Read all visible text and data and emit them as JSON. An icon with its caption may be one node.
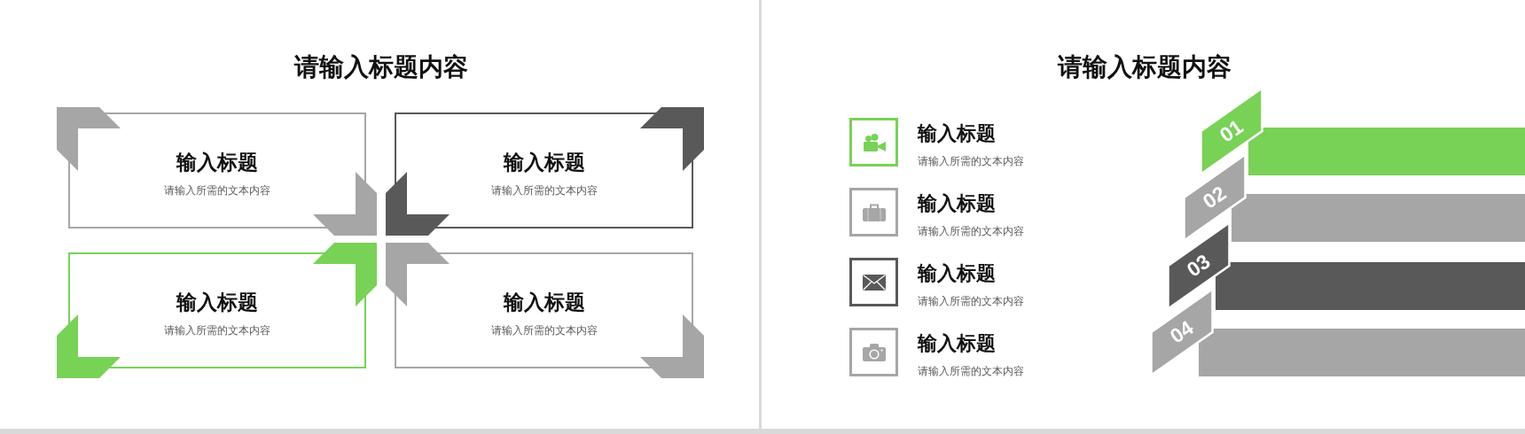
{
  "diagram": {
    "nodes": [
      {
        "text": [
          "输入标题",
          "请输入所需的文本内容"
        ]
      },
      {
        "text": [
          "输入标题",
          "请输入所需的文本内容"
        ]
      },
      {
        "text": [
          "输入标题",
          "请输入所需的文本内容"
        ]
      },
      {
        "text": [
          "输入标题",
          "请输入所需的文本内容"
        ]
      },
      {
        "text": [],
        "shape": "box",
        "beside": [
          "输入标题",
          "请输入所需的文本内容"
        ]
      },
      {
        "text": [],
        "shape": "box",
        "beside": [
          "输入标题",
          "请输入所需的文本内容"
        ]
      },
      {
        "text": [],
        "shape": "box",
        "beside": [
          "输入标题",
          "请输入所需的文本内容"
        ]
      },
      {
        "text": [],
        "shape": "box",
        "beside": [
          "输入标题",
          "请输入所需的文本内容"
        ]
      },
      {
        "text": [
          "01"
        ]
      },
      {
        "text": [
          "02"
        ]
      },
      {
        "text": [
          "03"
        ]
      },
      {
        "text": [
          "04"
        ]
      }
    ],
    "labels": [
      "请输入标题内容",
      "请输入标题内容"
    ]
  }
}
